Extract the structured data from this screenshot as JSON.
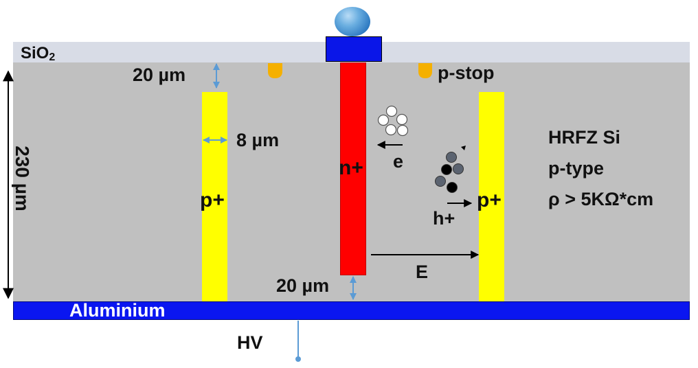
{
  "labels": {
    "oxide_main": "SiO",
    "oxide_sub": "2",
    "thickness": "230 µm",
    "top_gap": "20 µm",
    "p_stop": "p-stop",
    "column_width": "8 µm",
    "p_left": "p+",
    "n_plus": "n+",
    "electron": "e",
    "p_right": "p+",
    "hole": "h+",
    "field": "E",
    "bottom_gap": "20 µm",
    "aluminium": "Aluminium",
    "hv": "HV",
    "material_1": "HRFZ  Si",
    "material_2": "p-type",
    "material_3": "ρ > 5KΩ*cm"
  },
  "colors": {
    "oxide": "#d8dce6",
    "silicon": "#c0c0c0",
    "aluminium": "#0a16f0",
    "p_plus": "#ffff00",
    "n_plus": "#ff0000",
    "p_stop": "#f5b000",
    "dimension_arrow": "#5b9bd5",
    "electron_fill": "#ffffff",
    "hole_fill_light": "#5b6370",
    "hole_fill_dark": "#000000"
  }
}
